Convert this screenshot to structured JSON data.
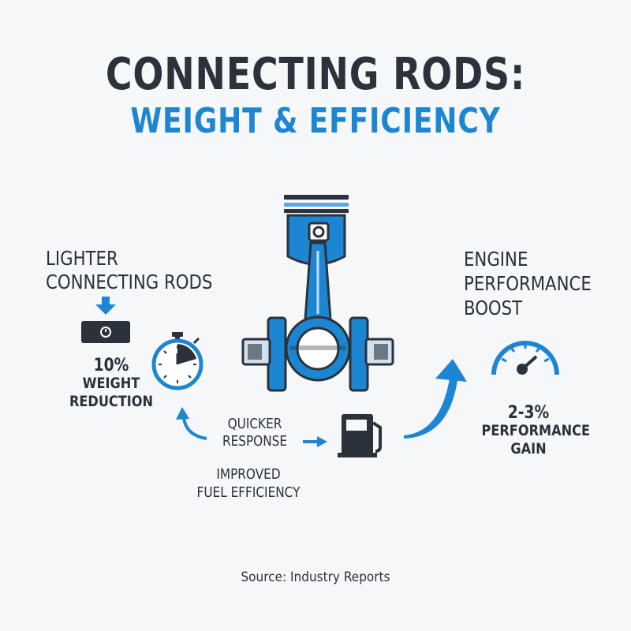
{
  "title": {
    "line1": "CONNECTING RODS:",
    "line2": "WEIGHT & EFFICIENCY"
  },
  "left": {
    "label_line1": "LIGHTER",
    "label_line2": "CONNECTING RODS",
    "stat_value": "10%",
    "stat_line1": "WEIGHT",
    "stat_line2": "REDUCTION"
  },
  "middle": {
    "quick_line1": "QUICKER",
    "quick_line2": "RESPONSE",
    "fuel_line1": "IMPROVED",
    "fuel_line2": "FUEL EFFICIENCY"
  },
  "right": {
    "label_line1": "ENGINE",
    "label_line2": "PERFORMANCE",
    "label_line3": "BOOST",
    "stat_value": "2-3%",
    "stat_line1": "PERFORMANCE",
    "stat_line2": "GAIN"
  },
  "source": "Source: Industry Reports",
  "icons": [
    "scale-icon",
    "stopwatch-icon",
    "piston-rod-icon",
    "fuel-pump-icon",
    "speedometer-icon",
    "arrow-down-icon",
    "arrow-right-icon",
    "curved-arrow-icon"
  ],
  "colors": {
    "accent": "#1d86d2",
    "dark": "#2a313a",
    "light_blue": "#cfe1ee",
    "background": "#f6f7f8"
  }
}
